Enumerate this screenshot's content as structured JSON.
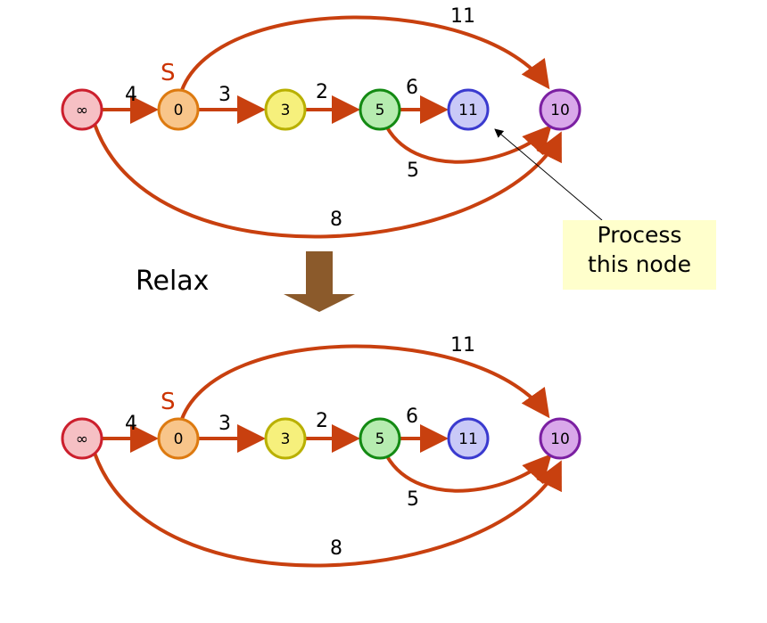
{
  "nodes": [
    {
      "id": "n_inf",
      "label": "∞",
      "fill": "#f6c0c4",
      "stroke": "#cc1f2d"
    },
    {
      "id": "n_s",
      "label": "0",
      "fill": "#f8c58a",
      "stroke": "#dd7a10"
    },
    {
      "id": "n_a",
      "label": "3",
      "fill": "#f6f07c",
      "stroke": "#b9b000"
    },
    {
      "id": "n_b",
      "label": "5",
      "fill": "#b6ecb0",
      "stroke": "#138a13"
    },
    {
      "id": "n_c",
      "label": "11",
      "fill": "#c9c9f7",
      "stroke": "#3a3acf"
    },
    {
      "id": "n_d",
      "label": "10",
      "fill": "#d9a8ea",
      "stroke": "#7b1fa2"
    }
  ],
  "source_label": "S",
  "edge_weights": {
    "inf_s": "4",
    "s_a": "3",
    "a_b": "2",
    "b_c": "6",
    "s_d": "11",
    "b_d": "5",
    "inf_d": "8"
  },
  "callout": {
    "line1": "Process",
    "line2": "this node"
  },
  "step_label": "Relax",
  "arrow_color": "#8b5a2b",
  "edge_color": "#c8400f"
}
